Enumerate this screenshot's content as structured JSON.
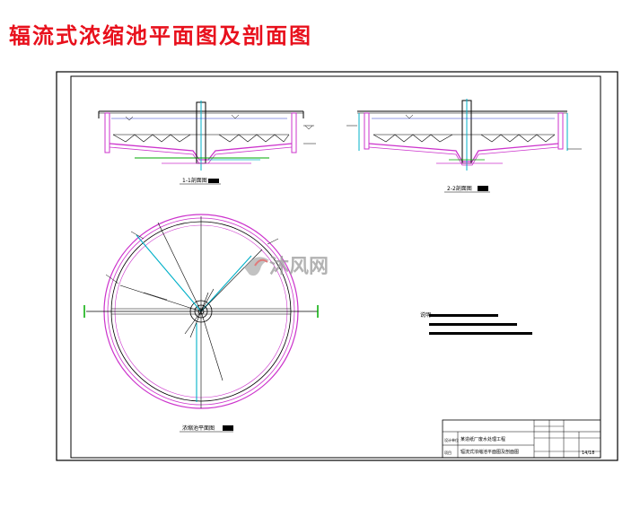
{
  "page": {
    "title": "辐流式浓缩池平面图及剖面图"
  },
  "drawing": {
    "section_1_label": "1-1剖面图",
    "section_2_label": "2-2剖面图",
    "plan_label": "浓缩池平面图",
    "notes_heading": "说明:",
    "watermark": "沐风网",
    "watermark_icon": "mufeng-logo-icon",
    "title_block": {
      "row1": "某造纸厂废水处理工程",
      "row2": "辐流式浓缩池平面图及剖面图",
      "left1": "设计单位",
      "left2": "项目",
      "sheet": "14/18"
    }
  },
  "colors": {
    "title_red": "#e8101c",
    "outline_black": "#000000",
    "structure_magenta": "#cc33cc",
    "pipe_cyan": "#00b0c8",
    "pipe_green": "#00aa00",
    "water_blue": "#2233cc",
    "watermark_gray": "#9a9a9a"
  }
}
